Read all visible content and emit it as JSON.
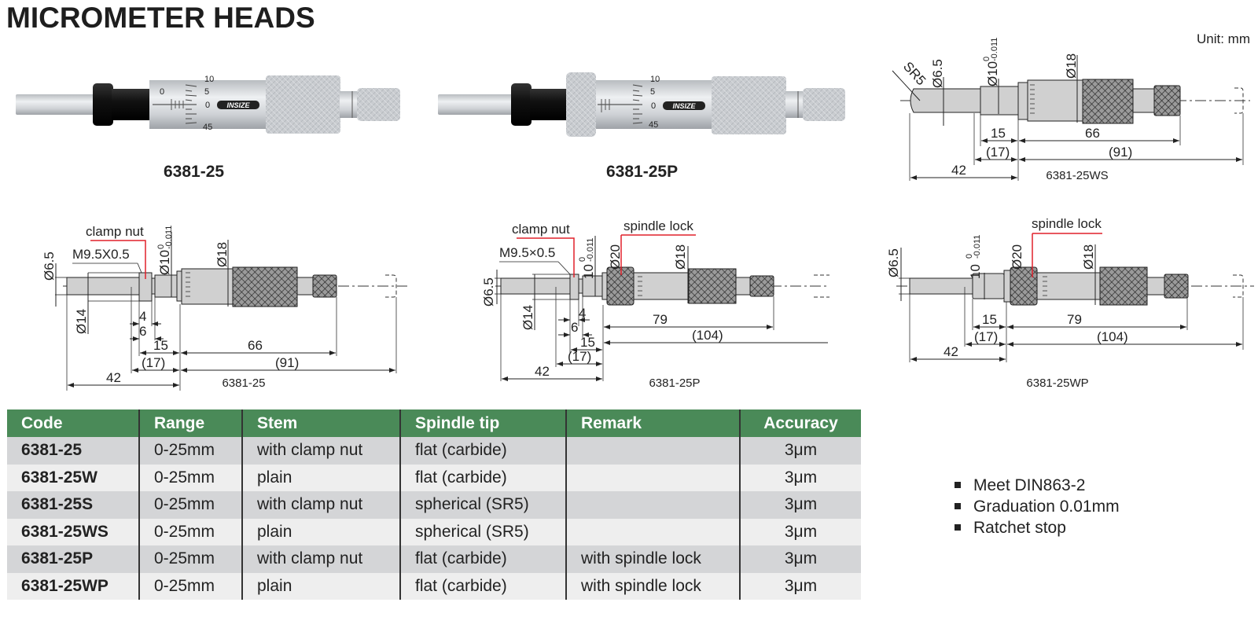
{
  "page": {
    "title": "MICROMETER HEADS",
    "unit_label": "Unit: mm"
  },
  "photos": [
    {
      "code": "6381-25",
      "brand": "INSIZE",
      "scale": [
        "10",
        "5",
        "0",
        "45"
      ]
    },
    {
      "code": "6381-25P",
      "brand": "INSIZE",
      "scale": [
        "10",
        "5",
        "0",
        "45"
      ]
    }
  ],
  "drawings": {
    "ws": {
      "caption": "6381-25WS",
      "labels": {
        "sr": "SR5",
        "d65": "Ø6.5",
        "d10": "Ø10",
        "tol_up": "0",
        "tol_low": "-0.011",
        "d18": "Ø18",
        "l15": "15",
        "l66": "66",
        "l17": "(17)",
        "l91": "(91)",
        "l42": "42"
      }
    },
    "std": {
      "caption": "6381-25",
      "labels": {
        "clamp": "clamp nut",
        "thread": "M9.5X0.5",
        "d65": "Ø6.5",
        "d10": "Ø10",
        "tol_up": "0",
        "tol_low": "-0.011",
        "d18": "Ø18",
        "d14": "Ø14",
        "l4": "4",
        "l6": "6",
        "l15": "15",
        "l66": "66",
        "l17": "(17)",
        "l91": "(91)",
        "l42": "42"
      }
    },
    "p": {
      "caption": "6381-25P",
      "labels": {
        "clamp": "clamp nut",
        "lock": "spindle lock",
        "thread": "M9.5×0.5",
        "d65": "Ø6.5",
        "d10": "10",
        "tol_up": "0",
        "tol_low": "-0.011",
        "d20": "Ø20",
        "d18": "Ø18",
        "d14": "Ø14",
        "l4": "4",
        "l6": "6",
        "l15": "15",
        "l79": "79",
        "l17": "(17)",
        "l104": "(104)",
        "l42": "42"
      }
    },
    "wp": {
      "caption": "6381-25WP",
      "labels": {
        "lock": "spindle lock",
        "d65": "Ø6.5",
        "d10": "10",
        "tol_up": "0",
        "tol_low": "-0.011",
        "d20": "Ø20",
        "d18": "Ø18",
        "l15": "15",
        "l79": "79",
        "l17": "(17)",
        "l104": "(104)",
        "l42": "42"
      }
    }
  },
  "table": {
    "headers": [
      "Code",
      "Range",
      "Stem",
      "Spindle tip",
      "Remark",
      "Accuracy"
    ],
    "rows": [
      [
        "6381-25",
        "0-25mm",
        "with clamp nut",
        "flat (carbide)",
        "",
        "3μm"
      ],
      [
        "6381-25W",
        "0-25mm",
        "plain",
        "flat (carbide)",
        "",
        "3μm"
      ],
      [
        "6381-25S",
        "0-25mm",
        "with clamp nut",
        "spherical (SR5)",
        "",
        "3μm"
      ],
      [
        "6381-25WS",
        "0-25mm",
        "plain",
        "spherical (SR5)",
        "",
        "3μm"
      ],
      [
        "6381-25P",
        "0-25mm",
        "with clamp nut",
        "flat (carbide)",
        "with spindle lock",
        "3μm"
      ],
      [
        "6381-25WP",
        "0-25mm",
        "plain",
        "flat (carbide)",
        "with spindle lock",
        "3μm"
      ]
    ]
  },
  "features": [
    "Meet DIN863-2",
    "Graduation 0.01mm",
    "Ratchet stop"
  ],
  "colors": {
    "header_green": "#4a8a58",
    "row_dark": "#d4d5d7",
    "row_light": "#eeeeee",
    "callout_red": "#e0202a"
  }
}
